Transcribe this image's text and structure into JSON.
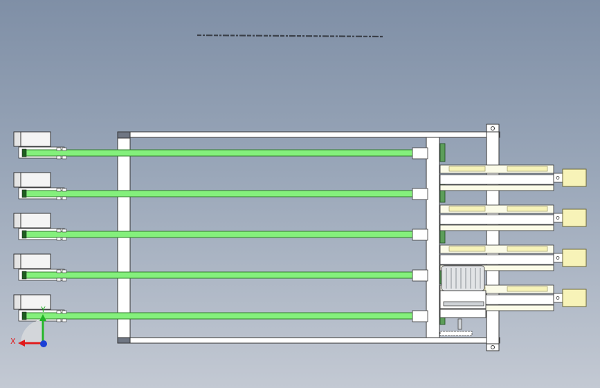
{
  "viewport": {
    "background_top": "#7f8fa6",
    "background_bottom": "#c3c9d3"
  },
  "colors": {
    "belt_green": "#84f07c",
    "belt_edge": "#2f7a2a",
    "frame_fill": "#ffffff",
    "frame_stroke": "#333333",
    "pad_yellow": "#f7f3b8",
    "motor_grey": "#d9dcdf",
    "axis_x": "#e0191b",
    "axis_y": "#21b427",
    "axis_z": "#1a3fd6"
  },
  "conveyor": {
    "belt_count": 5,
    "outfeed_count": 4
  },
  "triad": {
    "x_label": "X",
    "y_label": "Y"
  }
}
